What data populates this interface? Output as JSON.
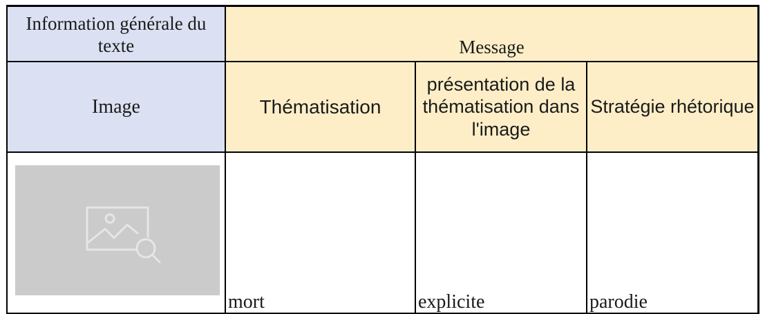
{
  "table": {
    "header_row1": {
      "info_generale": "Information générale du texte",
      "message": "Message"
    },
    "header_row2": {
      "image": "Image",
      "thematisation": "Thématisation",
      "presentation": "présentation de la thématisation dans l'image",
      "strategie": "Stratégie rhétorique"
    },
    "row": {
      "thematisation": "mort",
      "presentation": "explicite",
      "strategie": "parodie"
    }
  },
  "image_placeholder_icon": "image-search-icon",
  "colors": {
    "header_blue": "#dbe1f2",
    "header_yellow": "#fdeec7",
    "placeholder_gray": "#cbcbcb"
  }
}
